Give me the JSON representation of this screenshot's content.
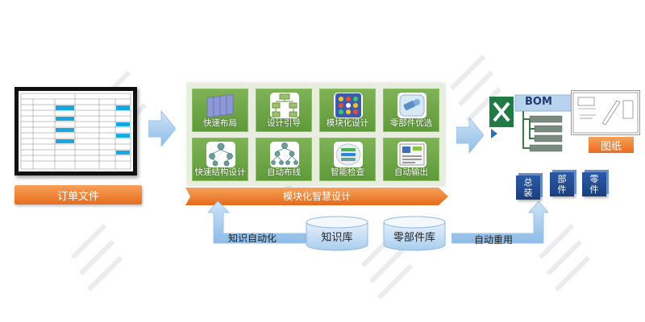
{
  "order_doc": {
    "label": "订单文件"
  },
  "modules": {
    "tiles": [
      {
        "label": "快速布局",
        "icon": "cabinet-layout-icon"
      },
      {
        "label": "设计引导",
        "icon": "flow-guide-icon"
      },
      {
        "label": "模块化设计",
        "icon": "module-grid-icon"
      },
      {
        "label": "零部件优选",
        "icon": "part-select-icon"
      },
      {
        "label": "快速结构设计",
        "icon": "structure-tree-icon"
      },
      {
        "label": "自动布线",
        "icon": "wiring-icon"
      },
      {
        "label": "智能检查",
        "icon": "smart-check-icon"
      },
      {
        "label": "自动输出",
        "icon": "auto-output-icon"
      }
    ],
    "banner": "模块化智慧设计"
  },
  "knowledge": {
    "auto_label": "知识自动化",
    "db_label": "知识库"
  },
  "parts": {
    "db_label": "零部件库",
    "reuse_label": "自动重用"
  },
  "outputs": {
    "bom_label": "BOM",
    "drawing_label": "图纸",
    "qty_boxes": [
      {
        "line1": "总",
        "line2": "装"
      },
      {
        "line1": "部",
        "line2": "件"
      },
      {
        "line1": "零",
        "line2": "件"
      }
    ]
  },
  "colors": {
    "green": "#6aa544",
    "orange": "#ec7424",
    "blue_arrow": "#a9cdee",
    "navy": "#1f4a8f",
    "teal": "#6a9f9a"
  }
}
